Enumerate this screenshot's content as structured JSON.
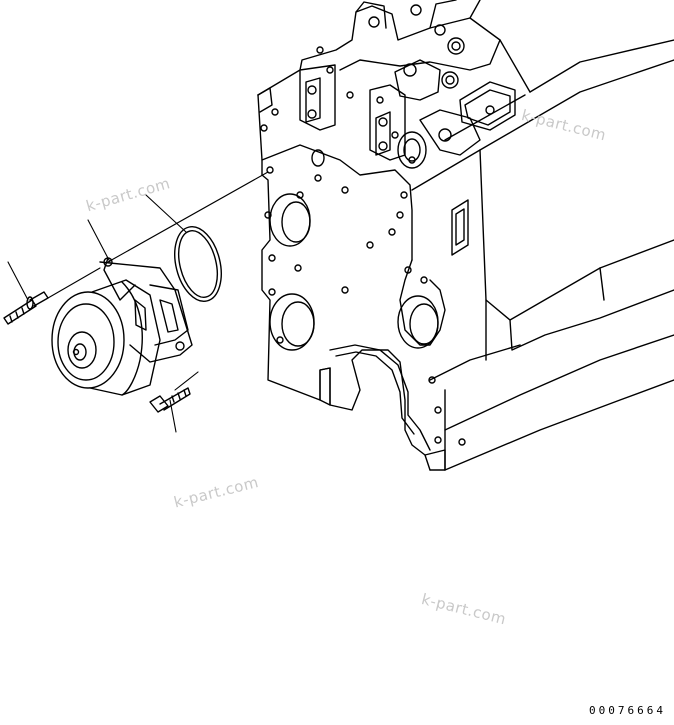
{
  "watermarks": [
    "k-part.com",
    "k-part.com",
    "k-part.com",
    "k-part.com"
  ],
  "part_number": "00076664",
  "colors": {
    "line": "#000000",
    "watermark": "#c9c9c9",
    "background": "#ffffff"
  }
}
